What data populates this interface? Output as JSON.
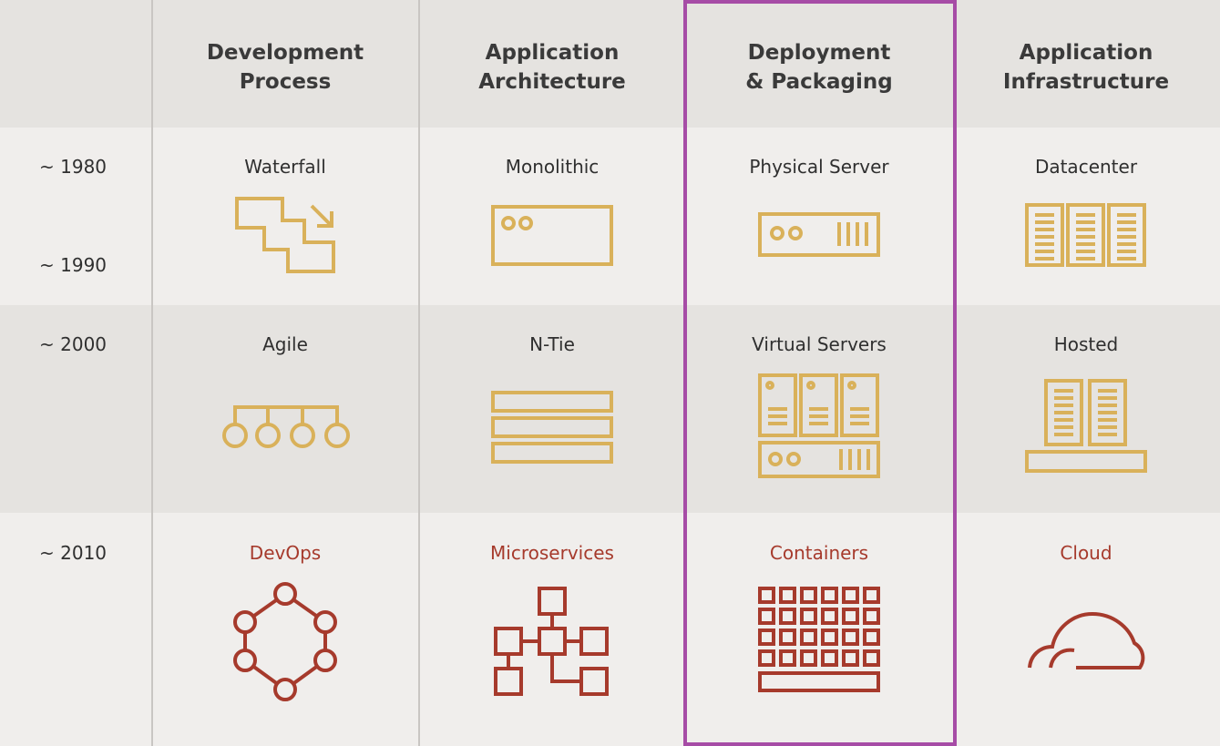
{
  "headers": [
    {
      "line1": "Development",
      "line2": "Process"
    },
    {
      "line1": "Application",
      "line2": "Architecture"
    },
    {
      "line1": "Deployment",
      "line2": "& Packaging"
    },
    {
      "line1": "Application",
      "line2": "Infrastructure"
    }
  ],
  "eras": [
    "~ 1980",
    "~ 1990",
    "~ 2000",
    "~ 2010"
  ],
  "rows": [
    {
      "cells": [
        {
          "label": "Waterfall",
          "icon": "waterfall-icon"
        },
        {
          "label": "Monolithic",
          "icon": "monolith-server-icon"
        },
        {
          "label": "Physical Server",
          "icon": "physical-server-icon"
        },
        {
          "label": "Datacenter",
          "icon": "datacenter-racks-icon"
        }
      ]
    },
    {
      "cells": [
        {
          "label": "Agile",
          "icon": "agile-iterations-icon"
        },
        {
          "label": "N-Tie",
          "icon": "n-tier-stack-icon"
        },
        {
          "label": "Virtual Servers",
          "icon": "virtual-servers-icon"
        },
        {
          "label": "Hosted",
          "icon": "hosted-racks-icon"
        }
      ]
    },
    {
      "cells": [
        {
          "label": "DevOps",
          "icon": "devops-hexagon-icon"
        },
        {
          "label": "Microservices",
          "icon": "microservices-network-icon"
        },
        {
          "label": "Containers",
          "icon": "containers-grid-icon"
        },
        {
          "label": "Cloud",
          "icon": "cloud-icon"
        }
      ]
    }
  ],
  "colors": {
    "icon_gold": "#d9b15a",
    "icon_red": "#a63a2c",
    "highlight_border": "#a64ca6",
    "header_band": "#e5e3e0",
    "light_band": "#f0eeec"
  }
}
